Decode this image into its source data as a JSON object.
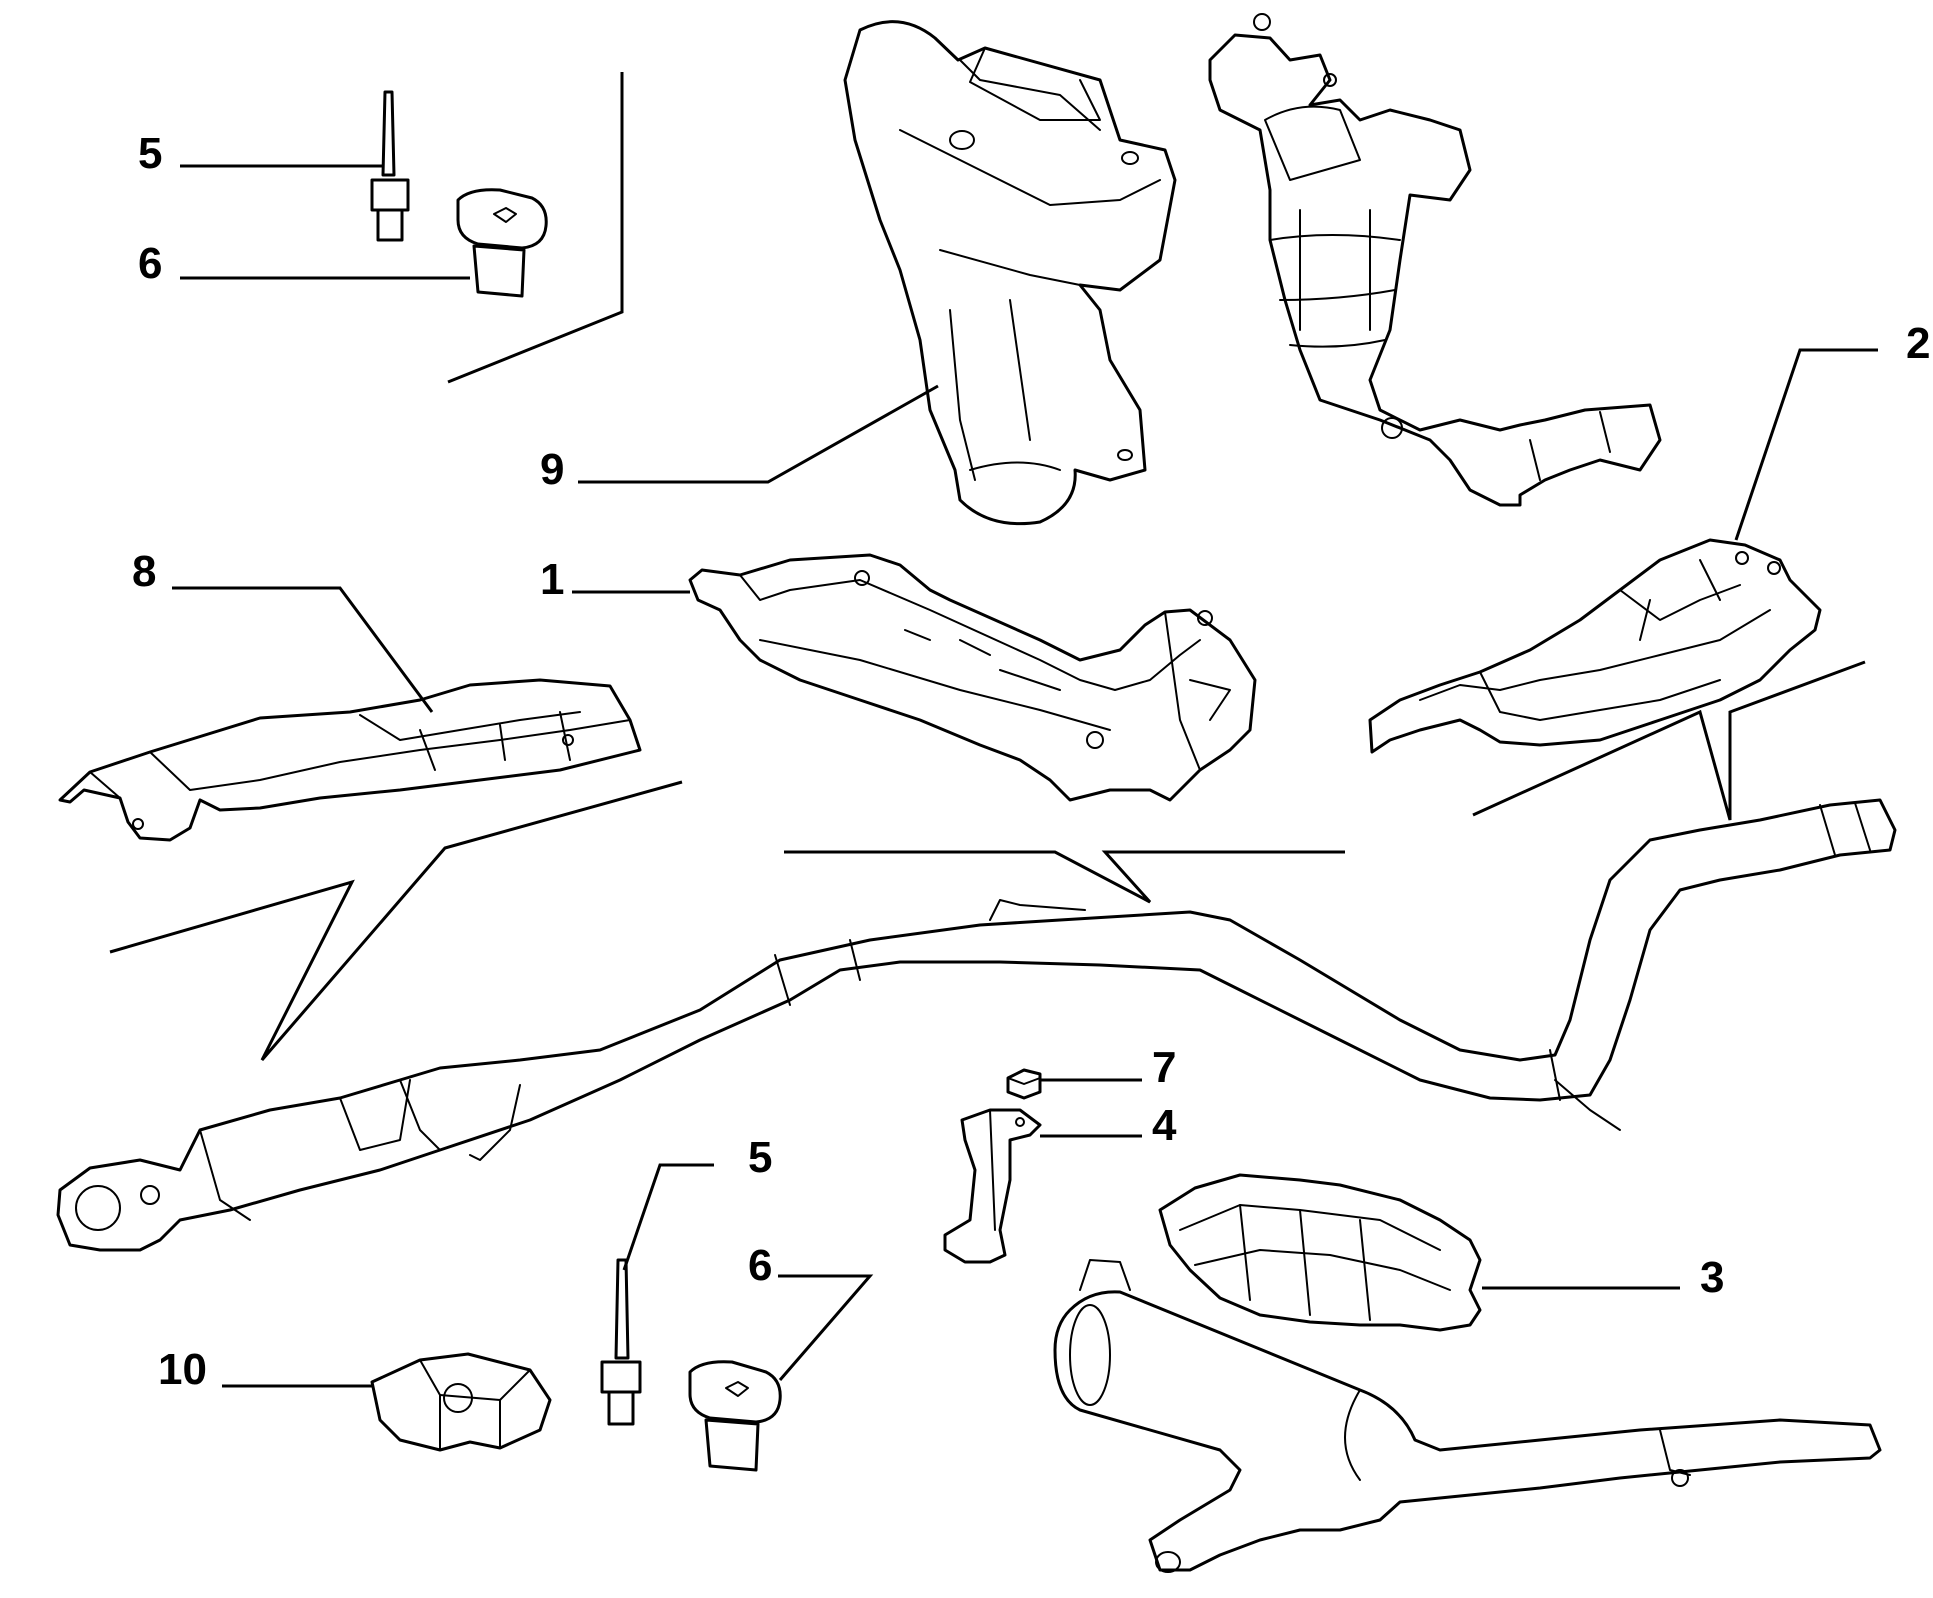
{
  "diagram": {
    "callouts": {
      "c5a": "5",
      "c6a": "6",
      "c9": "9",
      "c8": "8",
      "c1": "1",
      "c2": "2",
      "c7": "7",
      "c4": "4",
      "c5b": "5",
      "c6b": "6",
      "c3": "3",
      "c10": "10"
    },
    "colors": {
      "line": "#000000",
      "background": "#ffffff"
    }
  }
}
